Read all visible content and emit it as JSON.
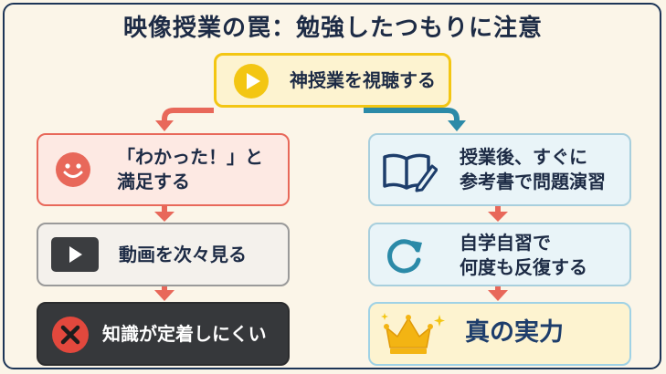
{
  "title": "映像授業の罠：勉強したつもりに注意",
  "top": {
    "label": "神授業を視聴する",
    "icon": "play-circle-icon"
  },
  "left": [
    {
      "lines": [
        "「わかった！」と",
        "満足する"
      ],
      "icon": "smiley-icon"
    },
    {
      "lines": [
        "動画を次々見る"
      ],
      "icon": "video-play-icon"
    },
    {
      "lines": [
        "知識が定着しにくい"
      ],
      "icon": "x-circle-icon"
    }
  ],
  "right": [
    {
      "lines": [
        "授業後、すぐに",
        "参考書で問題演習"
      ],
      "icon": "book-pencil-icon"
    },
    {
      "lines": [
        "自学自習で",
        "何度も反復する"
      ],
      "icon": "refresh-icon"
    },
    {
      "lines": [
        "真の実力"
      ],
      "icon": "crown-icon"
    }
  ],
  "colors": {
    "background": "#fbf5e8",
    "left_arrow": "#e8685a",
    "right_arrow": "#2b8aa8",
    "accent_yellow": "#f3c613",
    "x_red": "#e2483d"
  }
}
